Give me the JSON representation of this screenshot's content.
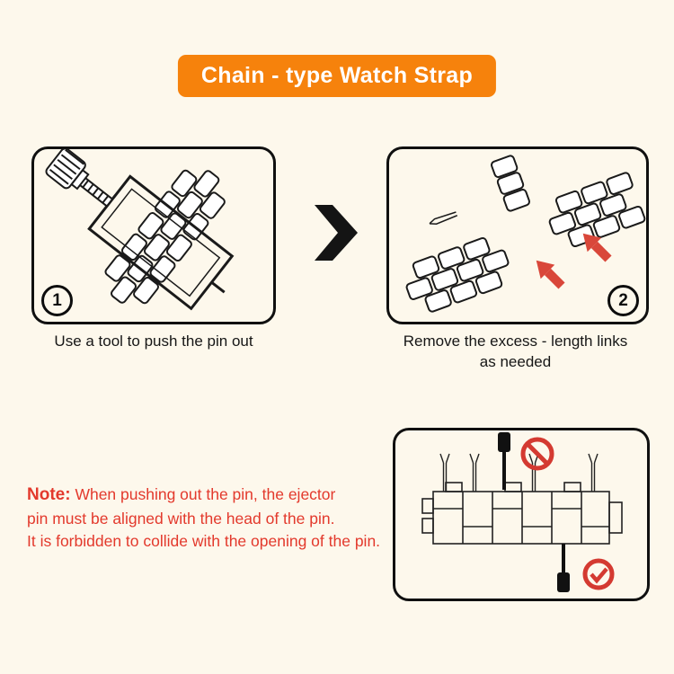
{
  "banner": {
    "label": "Chain - type Watch Strap"
  },
  "steps": [
    {
      "number": "1",
      "caption": "Use a tool to push the pin out"
    },
    {
      "number": "2",
      "caption": "Remove the excess - length links\nas needed"
    }
  ],
  "note": {
    "label": "Note:",
    "text": "When pushing out the pin, the ejector\npin must be aligned with the head of the pin.\nIt is forbidden to collide with the opening of the pin."
  },
  "icons": {
    "chevron": "next-step-arrow",
    "prohibited": "no-collision-symbol",
    "check": "correct-alignment-check",
    "red_arrows": "link-separation-arrows"
  },
  "colors": {
    "background": "#fdf8ec",
    "banner_bg": "#f6820c",
    "banner_fg": "#ffffff",
    "ink": "#101010",
    "note_red": "#e3392c",
    "arrow_red": "#d9473a",
    "symbol_red": "#d43a31"
  }
}
